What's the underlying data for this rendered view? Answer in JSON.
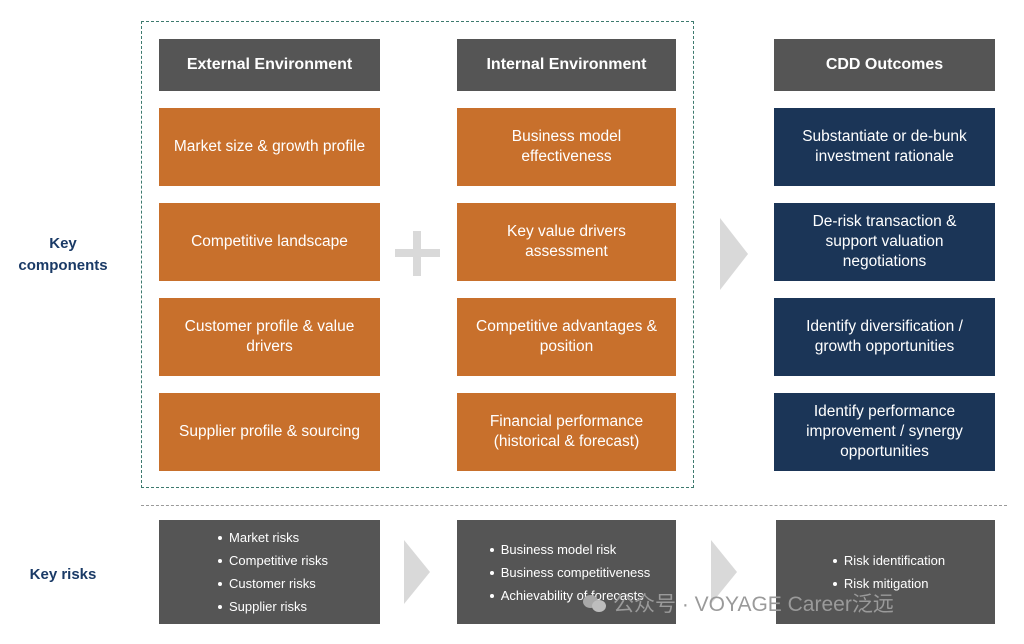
{
  "row_labels": {
    "components": "Key components",
    "risks": "Key risks"
  },
  "columns": [
    {
      "header": "External Environment",
      "items": [
        "Market size & growth profile",
        "Competitive landscape",
        "Customer profile & value drivers",
        "Supplier profile & sourcing"
      ],
      "risks": [
        "Market risks",
        "Competitive risks",
        "Customer risks",
        "Supplier risks"
      ]
    },
    {
      "header": "Internal Environment",
      "items": [
        "Business model effectiveness",
        "Key value drivers assessment",
        "Competitive advantages & position",
        "Financial performance (historical & forecast)"
      ],
      "risks": [
        "Business model risk",
        "Business competitiveness",
        "Achievability of forecasts"
      ]
    },
    {
      "header": "CDD Outcomes",
      "items": [
        "Substantiate or de-bunk investment rationale",
        "De-risk transaction & support valuation negotiations",
        "Identify diversification / growth opportunities",
        "Identify performance improvement / synergy opportunities"
      ],
      "risks": [
        "Risk identification",
        "Risk mitigation"
      ]
    }
  ],
  "watermark": "公众号 · VOYAGE Career泛远",
  "colors": {
    "orange": "#c8702c",
    "navy": "#1b3557",
    "gray": "#555555",
    "label": "#1a3a66",
    "dashed": "#3d7a6e"
  }
}
